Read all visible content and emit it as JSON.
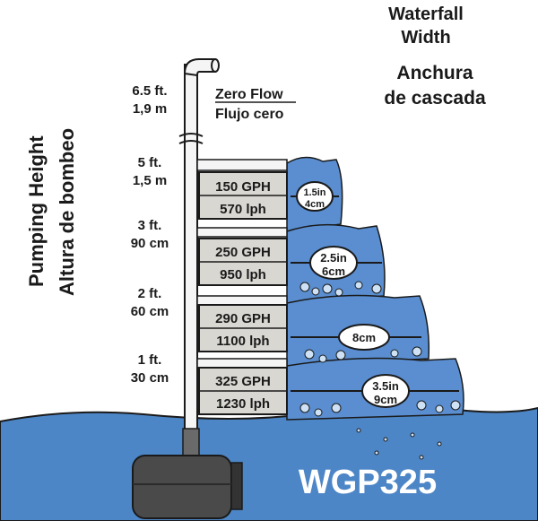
{
  "title": {
    "width_en": "Waterfall",
    "width_en2": "Width",
    "width_es": "Anchura",
    "width_es2": "de cascada"
  },
  "axis_label": {
    "en": "Pumping Height",
    "es": "Altura de bombeo"
  },
  "zero_flow": {
    "height_ft": "6.5 ft.",
    "height_m": "1,9 m",
    "label_en": "Zero Flow",
    "label_es": "Flujo cero"
  },
  "levels": [
    {
      "height_ft": "5 ft.",
      "height_m": "1,5 m",
      "gph": "150 GPH",
      "lph": "570 lph",
      "width_in": "1.5in",
      "width_cm": "4cm"
    },
    {
      "height_ft": "3 ft.",
      "height_m": "90 cm",
      "gph": "250 GPH",
      "lph": "950 lph",
      "width_in": "2.5in",
      "width_cm": "6cm"
    },
    {
      "height_ft": "2 ft.",
      "height_m": "60 cm",
      "gph": "290 GPH",
      "lph": "1100 lph",
      "width_in": "",
      "width_cm": "8cm"
    },
    {
      "height_ft": "1 ft.",
      "height_m": "30 cm",
      "gph": "325 GPH",
      "lph": "1230 lph",
      "width_in": "3.5in",
      "width_cm": "9cm"
    }
  ],
  "model": "WGP325",
  "colors": {
    "water": "#4d86c6",
    "waterfall": "#5a8ed0",
    "box": "#d9d7d2",
    "pump": "#4a4a4a"
  }
}
